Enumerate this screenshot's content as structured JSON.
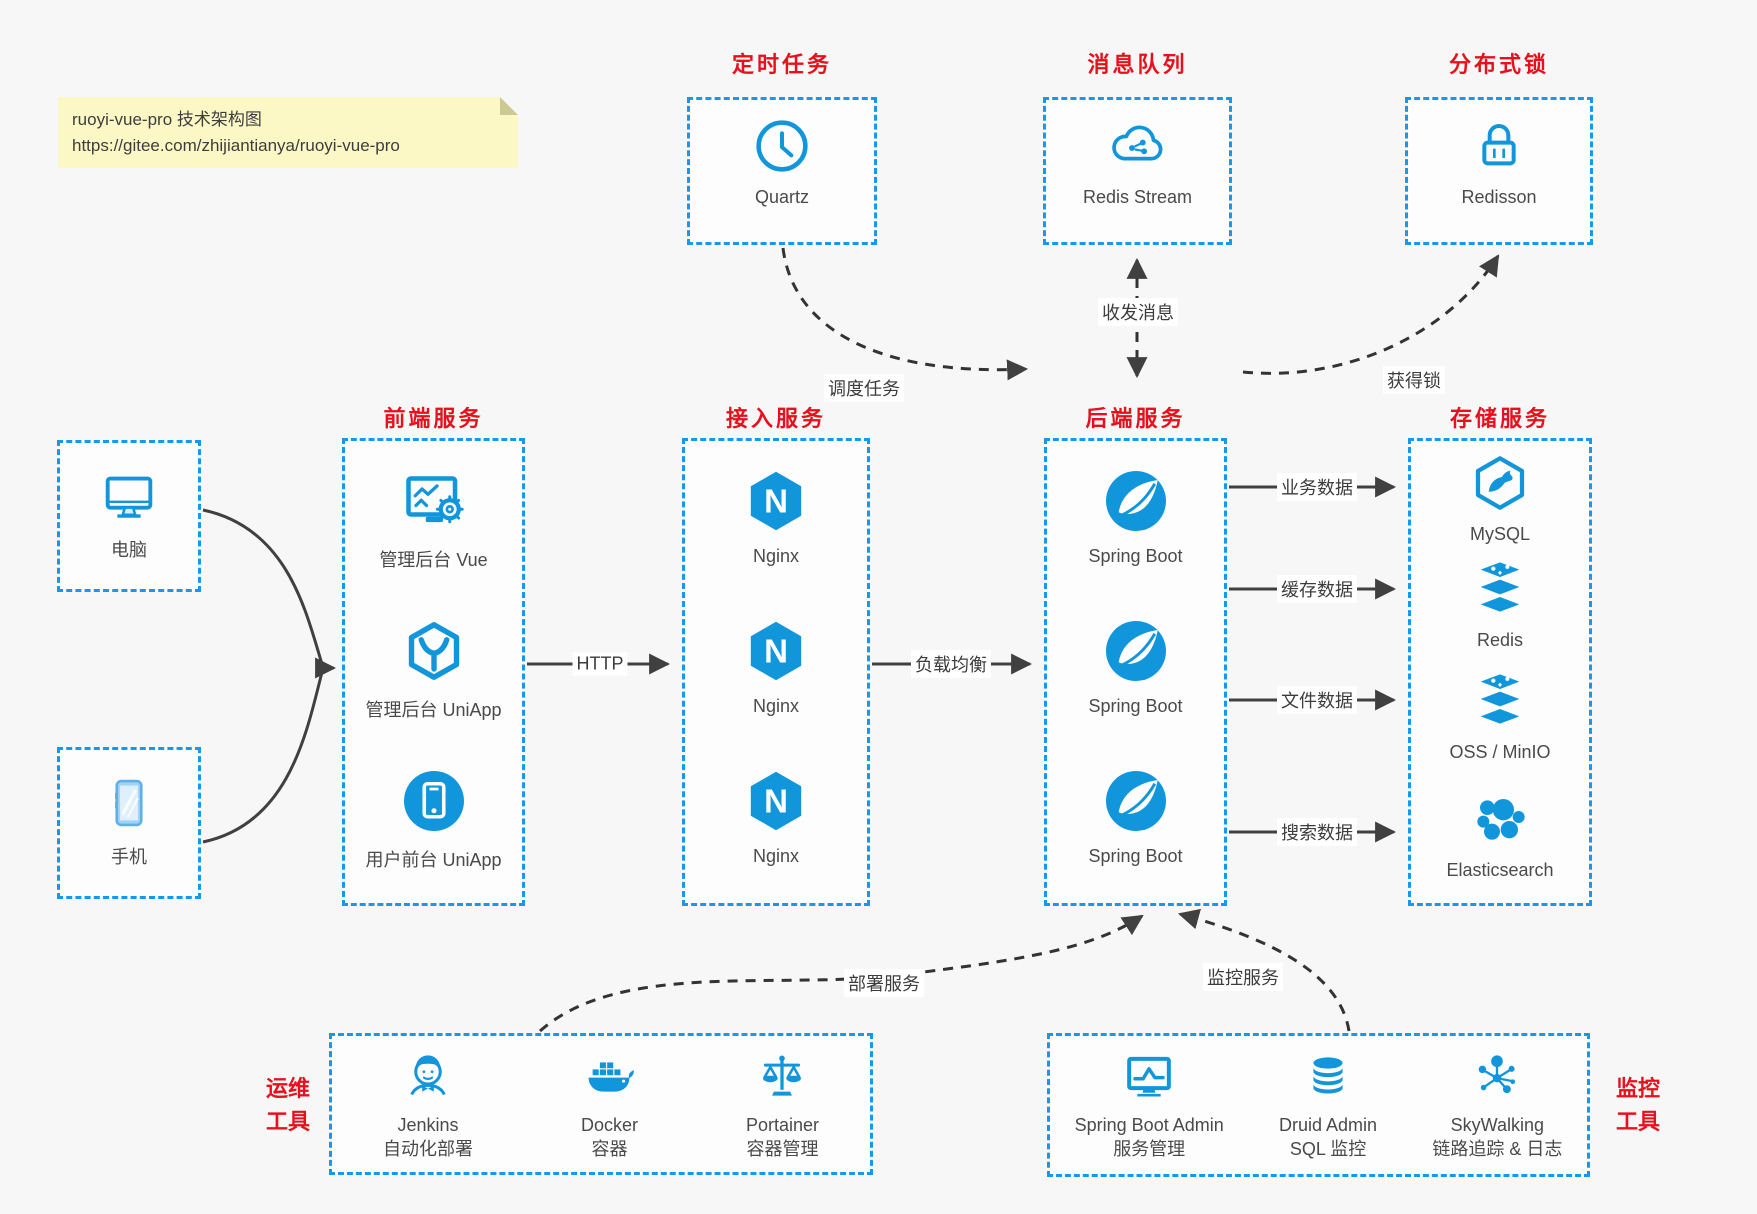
{
  "note": {
    "line1": "ruoyi-vue-pro 技术架构图",
    "line2": "https://gitee.com/zhijiantianya/ruoyi-vue-pro"
  },
  "colors": {
    "icon_blue": "#1296db",
    "border_blue": "#1698f0",
    "title_red": "#e8101c",
    "arrow_gray": "#404040",
    "note_yellow": "#fbf8c5",
    "background": "#f7f7f7"
  },
  "top_services": [
    {
      "title": "定时任务",
      "label": "Quartz",
      "icon": "clock-icon"
    },
    {
      "title": "消息队列",
      "label": "Redis Stream",
      "icon": "cloud-stream-icon"
    },
    {
      "title": "分布式锁",
      "label": "Redisson",
      "icon": "lock-icon"
    }
  ],
  "clients": [
    {
      "label": "电脑",
      "icon": "desktop-icon"
    },
    {
      "label": "手机",
      "icon": "phone-icon"
    }
  ],
  "columns": [
    {
      "title": "前端服务",
      "items": [
        {
          "label": "管理后台 Vue",
          "icon": "admin-vue-icon"
        },
        {
          "label": "管理后台 UniApp",
          "icon": "uniapp-cube-icon"
        },
        {
          "label": "用户前台 UniApp",
          "icon": "user-app-icon"
        }
      ]
    },
    {
      "title": "接入服务",
      "items": [
        {
          "label": "Nginx",
          "icon": "nginx-icon"
        },
        {
          "label": "Nginx",
          "icon": "nginx-icon"
        },
        {
          "label": "Nginx",
          "icon": "nginx-icon"
        }
      ]
    },
    {
      "title": "后端服务",
      "items": [
        {
          "label": "Spring Boot",
          "icon": "spring-boot-icon"
        },
        {
          "label": "Spring Boot",
          "icon": "spring-boot-icon"
        },
        {
          "label": "Spring Boot",
          "icon": "spring-boot-icon"
        }
      ]
    },
    {
      "title": "存储服务",
      "items": [
        {
          "label": "MySQL",
          "icon": "mysql-icon"
        },
        {
          "label": "Redis",
          "icon": "redis-icon"
        },
        {
          "label": "OSS / MinIO",
          "icon": "oss-icon"
        },
        {
          "label": "Elasticsearch",
          "icon": "elasticsearch-icon"
        }
      ]
    }
  ],
  "edges": {
    "http": "HTTP",
    "load_balance": "负载均衡",
    "schedule": "调度任务",
    "messages": "收发消息",
    "lock": "获得锁",
    "business_data": "业务数据",
    "cache_data": "缓存数据",
    "file_data": "文件数据",
    "search_data": "搜索数据",
    "deploy": "部署服务",
    "monitor": "监控服务"
  },
  "tool_groups": [
    {
      "title_line1": "运维",
      "title_line2": "工具",
      "items": [
        {
          "label1": "Jenkins",
          "label2": "自动化部署",
          "icon": "jenkins-icon"
        },
        {
          "label1": "Docker",
          "label2": "容器",
          "icon": "docker-icon"
        },
        {
          "label1": "Portainer",
          "label2": "容器管理",
          "icon": "portainer-icon"
        }
      ]
    },
    {
      "title_line1": "监控",
      "title_line2": "工具",
      "items": [
        {
          "label1": "Spring Boot Admin",
          "label2": "服务管理",
          "icon": "spring-boot-admin-icon"
        },
        {
          "label1": "Druid Admin",
          "label2": "SQL 监控",
          "icon": "druid-icon"
        },
        {
          "label1": "SkyWalking",
          "label2": "链路追踪 & 日志",
          "icon": "skywalking-icon"
        }
      ]
    }
  ]
}
